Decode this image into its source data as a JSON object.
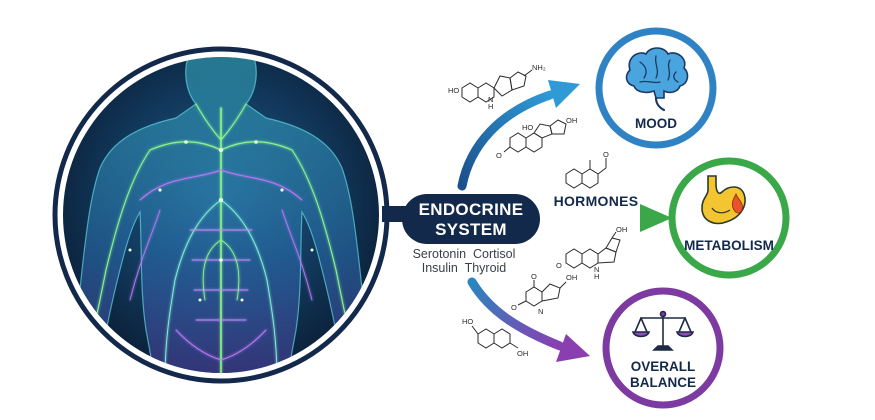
{
  "hub": {
    "title_line1": "ENDOCRINE",
    "title_line2": "SYSTEM",
    "hormones_line1": "Serotonin  Cortisol",
    "hormones_line2": "Insulin  Thyroid"
  },
  "hormones_label": "HORMONES",
  "outcomes": [
    {
      "id": "mood",
      "label_lines": [
        "MOOD"
      ],
      "icon": "brain-icon",
      "color": "#2f83c4"
    },
    {
      "id": "metabolism",
      "label_lines": [
        "METABOLISM"
      ],
      "icon": "stomach-icon",
      "color": "#3aa848"
    },
    {
      "id": "overall-balance",
      "label_lines": [
        "OVERALL",
        "BALANCE"
      ],
      "icon": "balance-scale-icon",
      "color": "#7d3aa1"
    }
  ],
  "molecule_labels": {
    "m1_ho": "HO",
    "m1_n": "N",
    "m1_h": "H",
    "m1_nh2": "NH₂",
    "m2_ho": "HO",
    "m2_oh": "OH",
    "m2_o": "O",
    "m3_o": "O",
    "m4_oh": "OH",
    "m4_o": "O",
    "m4_n": "N",
    "m4_h": "H",
    "m5_o1": "O",
    "m5_o2": "O",
    "m5_n": "N",
    "m5_oh": "OH",
    "m6_ho": "HO",
    "m6_oh": "OH"
  },
  "colors": {
    "navy": "#13294b",
    "body_glow_green": "#7cf27c",
    "body_glow_purple": "#b26cf5",
    "blue": "#2f83c4",
    "green": "#3aa848",
    "purple": "#7d3aa1"
  }
}
